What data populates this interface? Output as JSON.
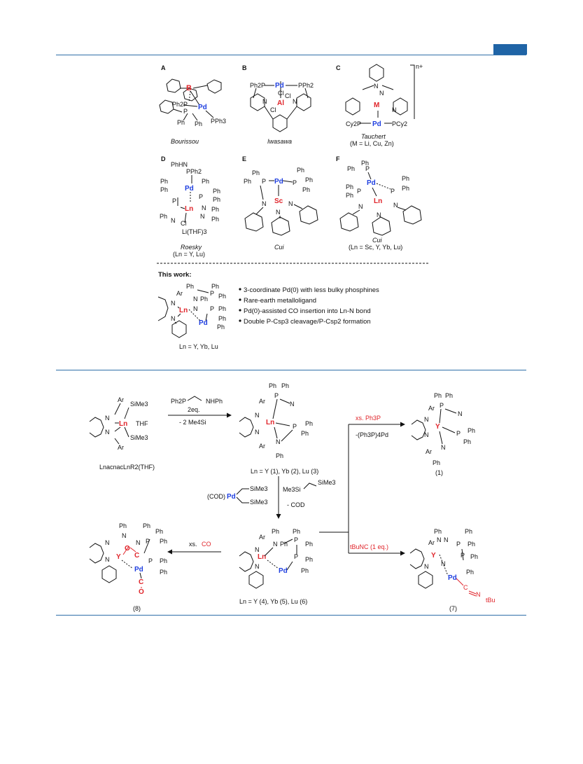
{
  "page": {
    "accent_color": "#1f64a6"
  },
  "figure_top": {
    "panels": [
      {
        "letter": "A",
        "caption": "Bourissou",
        "caption_sub": "",
        "atoms": [
          "B",
          "Ph2P",
          "P",
          "Pd",
          "PPh3",
          "Ph",
          "Ph"
        ]
      },
      {
        "letter": "B",
        "caption": "Iwasawa",
        "caption_sub": "",
        "atoms": [
          "Cl",
          "Ph2P",
          "Pd",
          "PPh2",
          "Cl",
          "Al",
          "Cl",
          "N",
          "N"
        ]
      },
      {
        "letter": "C",
        "caption": "Tauchert",
        "caption_sub": "(M = Li, Cu, Zn)",
        "atoms": [
          "n+",
          "N",
          "N",
          "M",
          "N",
          "Cy2P",
          "Pd",
          "PCy2"
        ]
      },
      {
        "letter": "D",
        "caption": "Roesky",
        "caption_sub": "(Ln = Y, Lu)",
        "atoms": [
          "PhHN",
          "PPh2",
          "Pd",
          "Ph",
          "Ph",
          "P",
          "Ph",
          "Ph",
          "P",
          "Ph",
          "N",
          "Ln",
          "N",
          "Ph",
          "N",
          "Ph",
          "Ph",
          "Cl",
          "Li(THF)3"
        ]
      },
      {
        "letter": "E",
        "caption": "Cui",
        "caption_sub": "",
        "atoms": [
          "Ph",
          "Ph",
          "P",
          "Pd",
          "Ph",
          "Ph",
          "P",
          "Ph",
          "N",
          "Sc",
          "N",
          "N"
        ]
      },
      {
        "letter": "F",
        "caption": "Cui",
        "caption_sub": "(Ln = Sc, Y, Yb, Lu)",
        "atoms": [
          "Ph",
          "Ph",
          "P",
          "Pd",
          "Ph",
          "P",
          "Ph",
          "Ph",
          "P",
          "Ph",
          "N",
          "Ln",
          "N",
          "N"
        ]
      }
    ],
    "this_work": {
      "heading": "This work:",
      "bullets": [
        "3-coordinate Pd(0) with less bulky phosphines",
        "Rare-earth metalloligand",
        "Pd(0)-assisted CO insertion into Ln-N bond",
        "Double P-Csp3 cleavage/P-Csp2 formation"
      ],
      "ln_note": "Ln = Y, Yb, Lu",
      "atoms": [
        "Ar",
        "N",
        "Ph",
        "N",
        "Ph",
        "P",
        "Ph",
        "Ph",
        "N",
        "Ln",
        "N",
        "P",
        "Ph",
        "Ph",
        "Pd",
        "Ph"
      ]
    }
  },
  "scheme": {
    "start_label": "LnacnacLnR2(THF)",
    "start_atoms": [
      "Ar",
      "SiMe3",
      "N",
      "Ln",
      "THF",
      "N",
      "SiMe3",
      "Ar"
    ],
    "reagent1": "Ph2P",
    "reagent1b": "NHPh",
    "reagent1_eq": "2eq.",
    "reagent1_byproduct": "- 2 Me4Si",
    "product1_label": "Ln = Y (1), Yb (2), Lu (3)",
    "product1_atoms": [
      "Ph",
      "Ph",
      "Ar",
      "P",
      "N",
      "N",
      "Ln",
      "N",
      "P",
      "Ph",
      "Ph",
      "N",
      "Ar",
      "Ph"
    ],
    "reagent2": "(COD)Pd",
    "reagent2_silyl": [
      "SiMe3",
      "SiMe3"
    ],
    "reagent2_byproduct_a": "Me3Si",
    "reagent2_byproduct_b": "SiMe3",
    "reagent2_cod": "- COD",
    "product2_label": "Ln = Y (4), Yb (5), Lu (6)",
    "product2_atoms": [
      "Ar",
      "Ph",
      "Ph",
      "N",
      "N",
      "Ph",
      "P",
      "Ph",
      "Ln",
      "N",
      "P",
      "Ph",
      "Pd",
      "Ph"
    ],
    "upper_right_reagent": "xs. Ph3P",
    "upper_right_byproduct": "-(Ph3P)4Pd",
    "upper_right_label": "(1)",
    "upper_right_atoms": [
      "Ph",
      "Ph",
      "Ar",
      "P",
      "N",
      "N",
      "Y",
      "N",
      "P",
      "Ph",
      "Ph",
      "N",
      "Ar",
      "Ph"
    ],
    "lower_right_reagent": "tBuNC (1 eq.)",
    "lower_right_label": "(7)",
    "lower_right_atoms": [
      "Ph",
      "Ph",
      "N",
      "N",
      "P",
      "Ph",
      "Ar",
      "Y",
      "N",
      "P",
      "Ph",
      "N",
      "Pd",
      "Ph",
      "C",
      "N",
      "tBu"
    ],
    "left_reagent": "xs. CO",
    "left_label": "(8)",
    "left_atoms": [
      "Ph",
      "Ph",
      "Ph",
      "N",
      "N",
      "P",
      "Ph",
      "N",
      "O",
      "Y",
      "C",
      "N",
      "P",
      "Ph",
      "Pd",
      "Ph",
      "C",
      "O"
    ]
  },
  "colors": {
    "red": "#e0242a",
    "blue": "#1f3fe0",
    "rule": "#2f6fa8"
  }
}
